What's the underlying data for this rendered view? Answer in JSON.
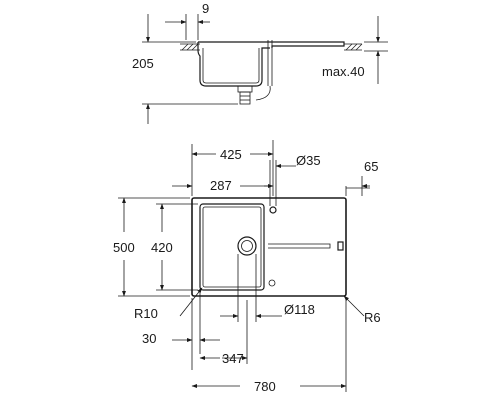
{
  "side_view": {
    "dim_rim": "9",
    "dim_depth": "205",
    "dim_max": "max.40"
  },
  "top_view": {
    "dim_425": "425",
    "dim_hole": "Ø35",
    "dim_65": "65",
    "dim_287": "287",
    "dim_500": "500",
    "dim_420": "420",
    "dim_r10": "R10",
    "dim_drain": "Ø118",
    "dim_r6": "R6",
    "dim_30": "30",
    "dim_347": "347",
    "dim_780": "780"
  }
}
